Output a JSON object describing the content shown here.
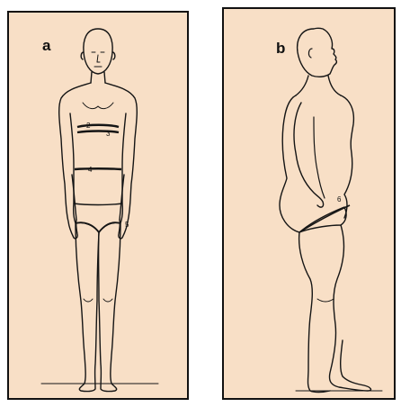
{
  "panels": [
    {
      "label": "a",
      "view": "front"
    },
    {
      "label": "b",
      "view": "side"
    }
  ],
  "front_markers": [
    "2",
    "3",
    "4",
    "5"
  ],
  "side_markers": [
    "6"
  ]
}
